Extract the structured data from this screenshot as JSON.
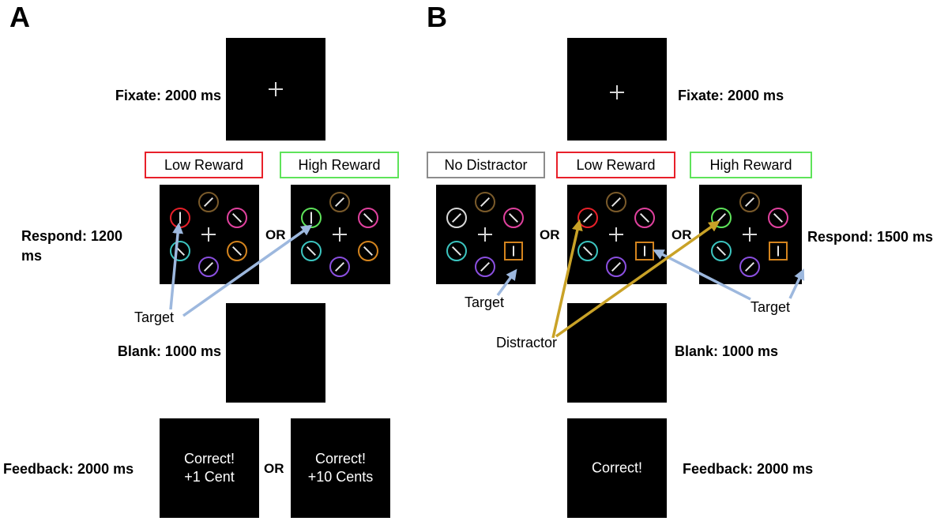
{
  "panels": {
    "a": "A",
    "b": "B"
  },
  "panel_a": {
    "fixate": "Fixate: 2000 ms",
    "tag_low": "Low Reward",
    "tag_high": "High Reward",
    "respond_line1": "Respond: 1200",
    "respond_line2": "ms",
    "or": "OR",
    "target": "Target",
    "blank": "Blank: 1000 ms",
    "feedback": "Feedback: 2000 ms",
    "feedback_low_line1": "Correct!",
    "feedback_low_line2": "+1 Cent",
    "feedback_high_line1": "Correct!",
    "feedback_high_line2": "+10 Cents"
  },
  "panel_b": {
    "fixate": "Fixate: 2000 ms",
    "tag_none": "No Distractor",
    "tag_low": "Low Reward",
    "tag_high": "High Reward",
    "respond": "Respond: 1500 ms",
    "or": "OR",
    "target": "Target",
    "distractor": "Distractor",
    "blank": "Blank: 1000 ms",
    "feedback": "Feedback: 2000 ms",
    "feedback_text": "Correct!"
  },
  "colors": {
    "low_reward": "#e8202a",
    "high_reward": "#5ee35a",
    "no_distractor": "#8c8c8c",
    "target_arrow": "#9db8de",
    "distractor_arrow": "#c9a227",
    "ring_brown": "#7a5a2a",
    "ring_magenta": "#e0419e",
    "ring_cyan": "#3cc5c0",
    "ring_purple": "#8b4fe0",
    "ring_orange": "#d4841e",
    "ring_white": "#d8d8d8"
  }
}
